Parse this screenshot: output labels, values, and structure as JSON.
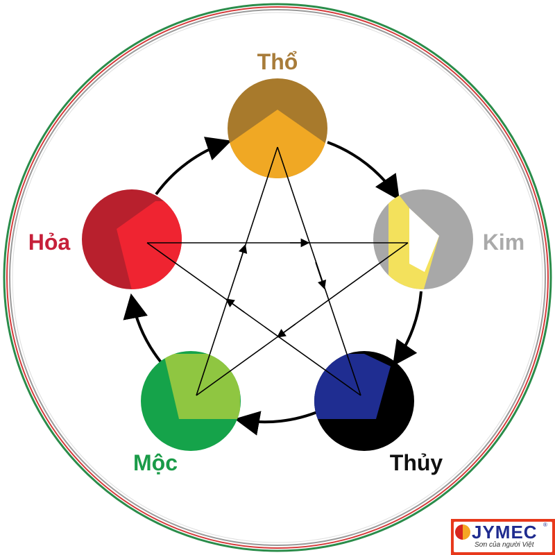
{
  "elements": [
    {
      "key": "tho",
      "label": "Thổ",
      "color_main": "#f0a824",
      "color_dark": "#a87a2c",
      "label_color": "#a87c3a"
    },
    {
      "key": "kim",
      "label": "Kim",
      "color_main": "#f3e15c",
      "color_dark": "#a8a8a8",
      "label_color": "#aaaaaa"
    },
    {
      "key": "thuy",
      "label": "Thủy",
      "color_main": "#1f2d91",
      "color_dark": "#000000",
      "label_color": "#111111"
    },
    {
      "key": "moc",
      "label": "Mộc",
      "color_main": "#8fc641",
      "color_dark": "#15a34a",
      "label_color": "#1a9b48"
    },
    {
      "key": "hoa",
      "label": "Hỏa",
      "color_main": "#ef2431",
      "color_dark": "#b8202d",
      "label_color": "#c6203a"
    }
  ],
  "logo": {
    "name": "JYMEC",
    "registered": "®",
    "tagline": "Sơn của người Việt"
  },
  "colors": {
    "ring_outer_green": "#2a8c4a",
    "ring_red": "#d43a3a",
    "ring_inner_gray": "#999999",
    "arrow": "#000000",
    "logo_bg": "#e8391c",
    "logo_text": "#1f2b8f"
  }
}
